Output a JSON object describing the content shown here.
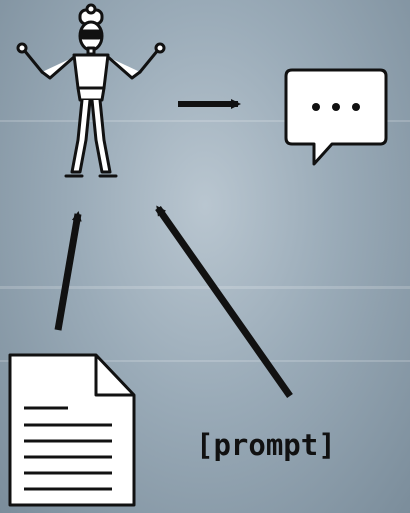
{
  "diagram": {
    "nodes": {
      "model": {
        "icon": "mannequin-figure-icon"
      },
      "output": {
        "icon": "speech-bubble-ellipsis-icon",
        "bubble_text": "..."
      },
      "document": {
        "icon": "document-icon"
      },
      "prompt": {
        "label": "[prompt]"
      }
    },
    "edges": [
      {
        "from": "model",
        "to": "output"
      },
      {
        "from": "document",
        "to": "model"
      },
      {
        "from": "prompt",
        "to": "model"
      }
    ]
  },
  "colors": {
    "background": "#9aabb8",
    "ink": "#111111",
    "figure_fill": "#ffffff",
    "document_fill": "#ffffff"
  }
}
